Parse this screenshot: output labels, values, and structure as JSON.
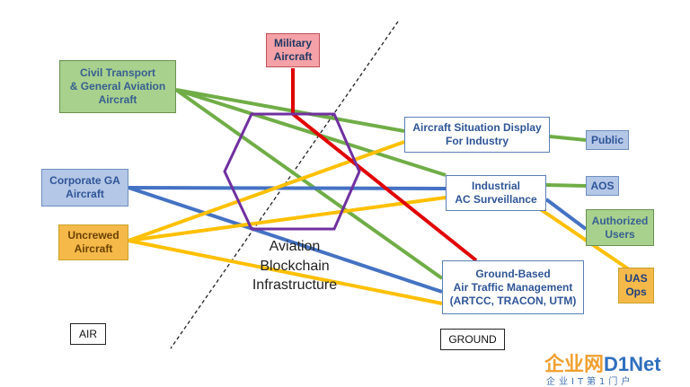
{
  "colors": {
    "green": "#70ad47",
    "blue": "#4472c4",
    "yellow": "#ffc000",
    "red": "#e00000",
    "purple": "#7030a0"
  },
  "air_label": "AIR",
  "ground_label": "GROUND",
  "infrastructure_label": "Aviation\nBlockchain\nInfrastructure",
  "nodes": {
    "military": "Military\nAircraft",
    "civil": "Civil Transport\n& General Aviation\nAircraft",
    "corporate": "Corporate GA\nAircraft",
    "uncrewed": "Uncrewed\nAircraft",
    "situation_display": "Aircraft Situation Display\nFor Industry",
    "public": "Public",
    "industrial": "Industrial\nAC Surveillance",
    "aos": "AOS",
    "authorized": "Authorized\nUsers",
    "uas_ops": "UAS\nOps",
    "ground_atm": "Ground-Based\nAir Traffic Management\n(ARTCC, TRACON, UTM)"
  },
  "watermark": {
    "cn": "企业网",
    "brand": "D1Net",
    "sub": "企业IT第1门户"
  }
}
